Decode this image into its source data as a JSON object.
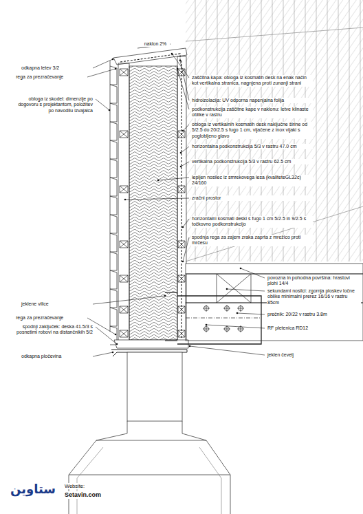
{
  "diagram": {
    "labels": [
      "naklon 2%",
      "zaščitna kapa: obloga iz kosmatih desk na enak način kot vertikalna stranica, nagnjena proti zunanji strani",
      "hidroizolacija: UV odporna napenjalna folija",
      "podkonstrukcija zaščitne kape v naklonu: letve klinaste oblike v rastru",
      "obloga iz vertikalnih kosmatih desk naključne širine od 5/2.5 do 20/2.5 s fugo 1 cm, vijačene z inox vijaki s poglobljeno glavo",
      "horizontalna podkonstrukcija 5/3 v rastru 47.0 cm",
      "vertikalna podkonstrukcija 5/3 v rastru 62.5 cm",
      "lepljen nosilec iz smrekovega lesa (kvaliteteGL32c) 24/160",
      "zračni prostor",
      "horizontalni kosmati deski s fugo 1 cm 5/2.5 in 9/2.5 s točkovno podkonstrukcijo",
      "spodnja rega za zajem zraka zaprta z mrežico proti mrčesu",
      "povozna in pohodna površina: hrastovi plohi 14/4",
      "sekundarni nosilci: zgornja ploskev ločne oblike minimalni prerez 16/16 v rastru 85cm",
      "prečnik: 20/22 v rastru 3.8m",
      "RF pletenica RD12",
      "jeklen čevelj",
      "odkapna letev 3/2",
      "rega za prezračevanje",
      "obloga iz skodel: dimenzije po dogovoru s projektantom, položitev po navodilu izvajalca",
      "jeklene vilice",
      "rega za prezračevanje",
      "spodnji zaključek: deska 41.5/3 s posnetimi robovi na distančnikih 5/2",
      "odkapna pločevina",
      "ستاوین",
      "Website:",
      "Setavin.com"
    ]
  }
}
